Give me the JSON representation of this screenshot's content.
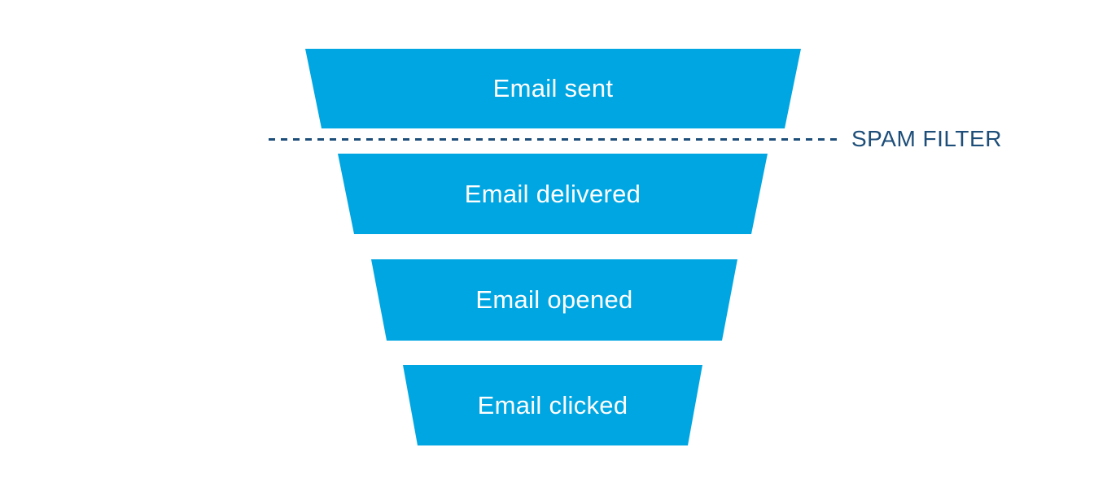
{
  "funnel": {
    "stages": [
      {
        "label": "Email sent"
      },
      {
        "label": "Email delivered"
      },
      {
        "label": "Email opened"
      },
      {
        "label": "Email clicked"
      }
    ],
    "annotation": {
      "label": "SPAM FILTER"
    }
  },
  "colors": {
    "stage_fill": "#00a6e2",
    "stage_label": "#ffffff",
    "annotation": "#1d4e79",
    "background": "#ffffff"
  }
}
